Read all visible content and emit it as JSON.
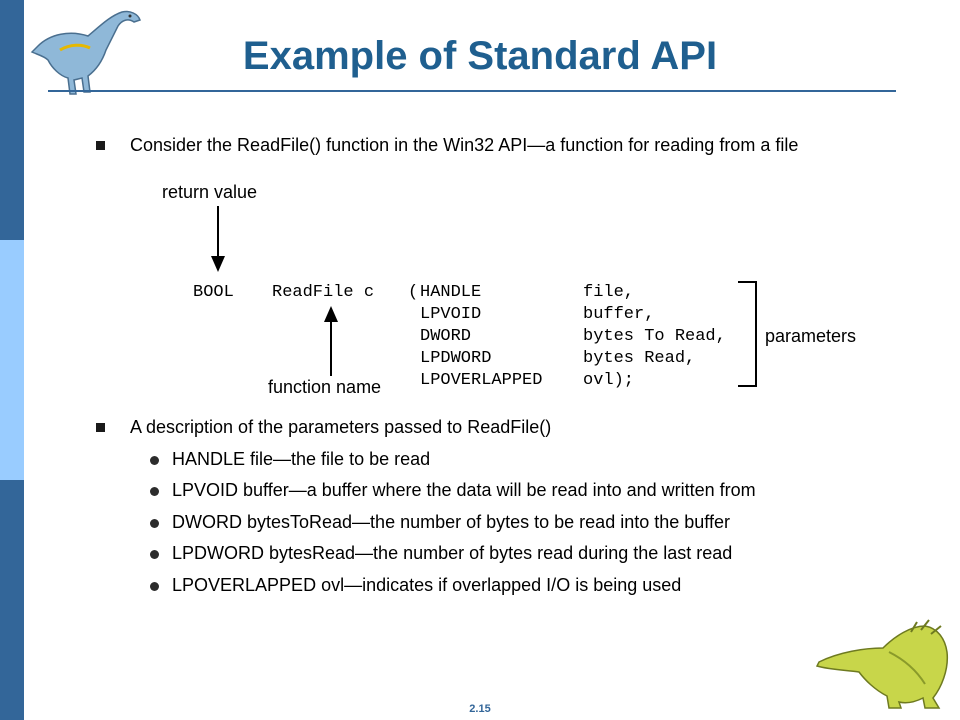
{
  "title": "Example of Standard API",
  "intro": "Consider the ReadFile() function in the Win32 API—a function for reading from a file",
  "diagram": {
    "return_label": "return value",
    "function_label": "function name",
    "params_label": "parameters",
    "return_type": "BOOL",
    "func_name": "ReadFile c",
    "open_paren": "(",
    "param_types": [
      "HANDLE",
      "LPVOID",
      "DWORD",
      "LPDWORD",
      "LPOVERLAPPED"
    ],
    "param_names": [
      "file,",
      "buffer,",
      "bytes To Read,",
      "bytes Read,",
      "ovl);"
    ]
  },
  "description_heading": "A description of the parameters passed to ReadFile()",
  "descriptions": [
    "HANDLE file—the file to be read",
    "LPVOID buffer—a buffer where the data will be read into and written from",
    "DWORD bytesToRead—the number of bytes to be read into the buffer",
    "LPDWORD bytesRead—the number of bytes read during the last read",
    "LPOVERLAPPED ovl—indicates if overlapped I/O is being used"
  ],
  "page_number": "2.15",
  "colors": {
    "sidebar": "#336699",
    "sidebar_mid": "#99ccff",
    "title": "#1f5f8f"
  }
}
